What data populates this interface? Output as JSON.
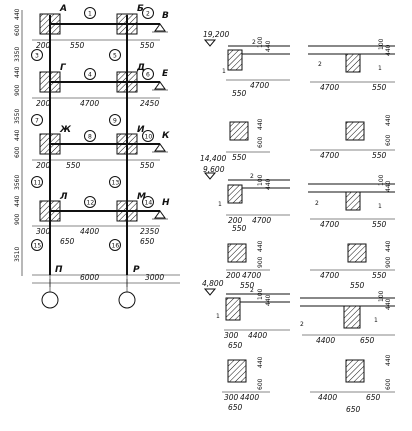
{
  "frame": {
    "row_labels": [
      [
        "А",
        "Б",
        "В"
      ],
      [
        "Г",
        "Д",
        "Е"
      ],
      [
        "Ж",
        "И",
        "К"
      ],
      [
        "Л",
        "М",
        "Н"
      ],
      [
        "П",
        "Р"
      ]
    ],
    "numbers": [
      "1",
      "2",
      "3",
      "4",
      "5",
      "6",
      "7",
      "8",
      "9",
      "10",
      "11",
      "12",
      "13",
      "14",
      "15",
      "16"
    ],
    "dims_h": [
      [
        "200",
        "550",
        "550"
      ],
      [
        "200",
        "4700",
        "2450"
      ],
      [
        "200",
        "550",
        "550"
      ],
      [
        "300",
        "4400",
        "2350"
      ],
      [
        "650",
        "650"
      ],
      [
        "6000",
        "3000"
      ]
    ],
    "dims_v": [
      "440",
      "600",
      "3350",
      "440",
      "900",
      "3550",
      "440",
      "600",
      "3560",
      "440",
      "900",
      "3510"
    ],
    "inner_dims": [
      "650",
      "550",
      "650",
      "550"
    ]
  },
  "details": {
    "elevations": [
      "19,200",
      "14,400",
      "9,600",
      "4,800"
    ],
    "dims_h": [
      [
        "550",
        "4700"
      ],
      [
        "4700",
        "550"
      ],
      [
        "550"
      ],
      [
        "4700",
        "550"
      ],
      [
        "550",
        "200",
        "4700"
      ],
      [
        "4700",
        "550"
      ],
      [
        "200",
        "4700",
        "550"
      ],
      [
        "4700",
        "550"
      ],
      [
        "550"
      ],
      [
        "300",
        "4400",
        "650"
      ],
      [
        "4400",
        "650"
      ],
      [
        "300",
        "4400",
        "650"
      ],
      [
        "4400",
        "650"
      ],
      [
        "650"
      ],
      [
        "650"
      ]
    ],
    "dims_v": [
      "440",
      "100",
      "440",
      "600",
      "440",
      "100",
      "440",
      "900",
      "440",
      "100",
      "440",
      "600",
      "440",
      "100",
      "440",
      "900"
    ],
    "numbers": [
      "1",
      "2"
    ]
  }
}
